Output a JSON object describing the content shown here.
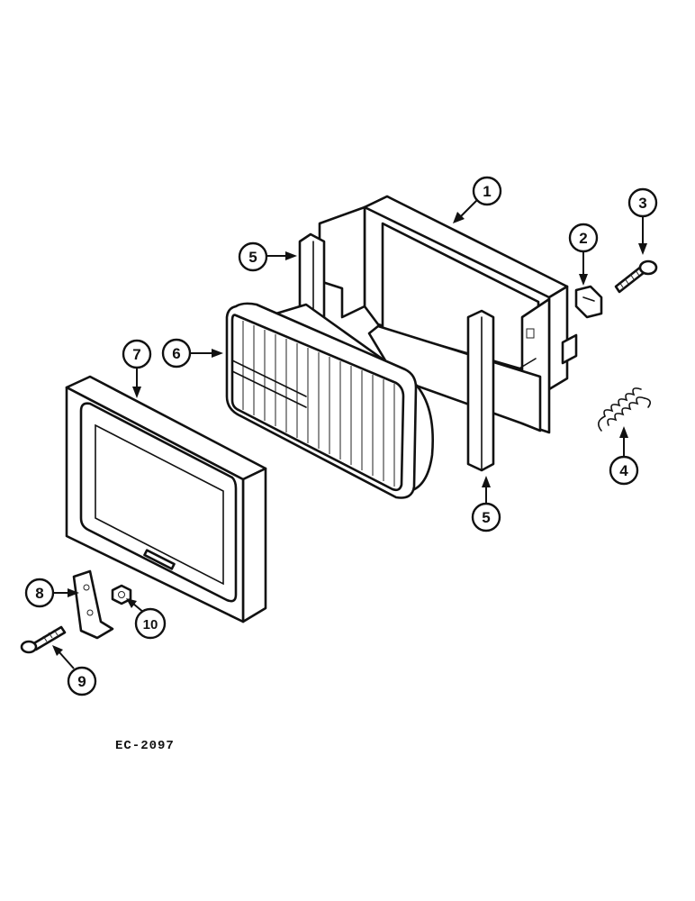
{
  "callouts": [
    {
      "id": "c1",
      "label": "1"
    },
    {
      "id": "c2",
      "label": "2"
    },
    {
      "id": "c3",
      "label": "3"
    },
    {
      "id": "c4",
      "label": "4"
    },
    {
      "id": "c5a",
      "label": "5"
    },
    {
      "id": "c5b",
      "label": "5"
    },
    {
      "id": "c6",
      "label": "6"
    },
    {
      "id": "c7",
      "label": "7"
    },
    {
      "id": "c8",
      "label": "8"
    },
    {
      "id": "c9",
      "label": "9"
    },
    {
      "id": "c10",
      "label": "10"
    }
  ],
  "reference_code": "EC-2097"
}
